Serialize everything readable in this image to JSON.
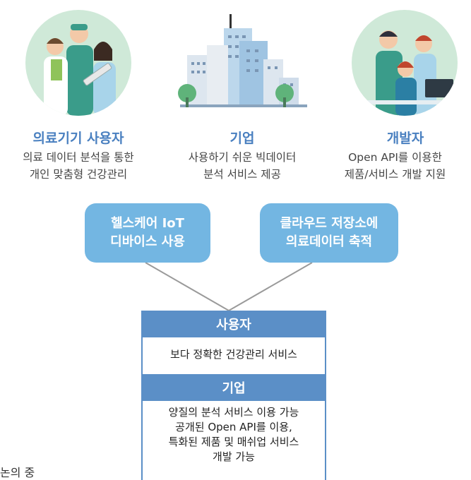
{
  "roles": [
    {
      "title": "의료기기 사용자",
      "desc1": "의료 데이터 분석을 통한",
      "desc2": "개인 맞춤형 건강관리"
    },
    {
      "title": "기업",
      "desc1": "사용하기 쉬운 빅데이터",
      "desc2": "분석 서비스 제공"
    },
    {
      "title": "개발자",
      "desc1": "Open API를 이용한",
      "desc2": "제품/서비스 개발 지원"
    }
  ],
  "pills": [
    {
      "line1": "헬스케어 IoT",
      "line2": "디바이스 사용"
    },
    {
      "line1": "클라우드 저장소에",
      "line2": "의료데이터 축적"
    }
  ],
  "panel": {
    "user_head": "사용자",
    "user_body": "보다 정확한 건강관리 서비스",
    "company_head": "기업",
    "company_lines": [
      "양질의 분석 서비스 이용 가능",
      "공개된 Open API를 이용,",
      "특화된 제품 및 매쉬업 서비스",
      "개발 가능"
    ]
  },
  "footer_text": "논의 중",
  "colors": {
    "role_title": "#4a80c0",
    "pill": "#73b6e2",
    "panel_head": "#5b8fc7",
    "connector": "#9a9a9a",
    "circle_bg": "#cfe9d8"
  }
}
